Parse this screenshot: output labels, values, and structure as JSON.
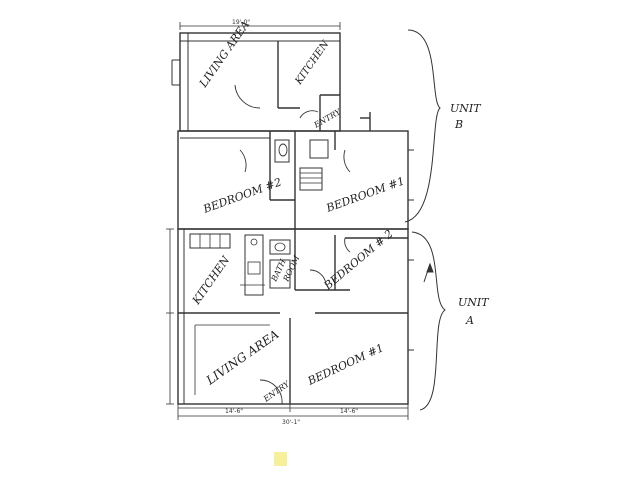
{
  "unit_b": {
    "living_area": "LIVING AREA",
    "kitchen": "KITCHEN",
    "entry": "ENTRY",
    "bedroom_2": "BEDROOM #2",
    "bedroom_1": "BEDROOM #1",
    "label_line1": "UNIT",
    "label_line2": "B"
  },
  "unit_a": {
    "kitchen": "KITCHEN",
    "bath_line1": "BATH",
    "bath_line2": "ROOM",
    "bedroom_2": "BEDROOM # 2",
    "living_area": "LIVING AREA",
    "entry": "ENTRY",
    "bedroom_1": "BEDROOM #1",
    "label_line1": "UNIT",
    "label_line2": "A"
  },
  "dimensions": {
    "top_width": "19'-0\"",
    "bottom_left": "14'-6\"",
    "bottom_right": "14'-6\"",
    "total_width": "30'-1\""
  },
  "colors": {
    "line": "#333333",
    "sticky_note": "#f6f09a"
  }
}
